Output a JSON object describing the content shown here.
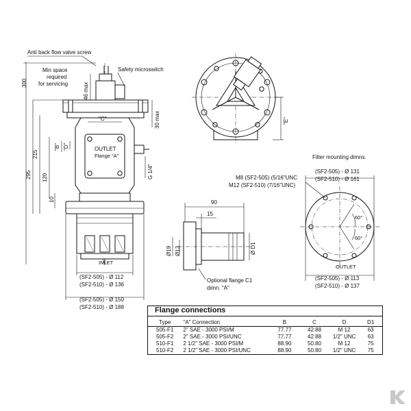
{
  "labels": {
    "anti_back_flow": "Anti back flow valve screw",
    "min_space_1": "Min space",
    "min_space_2": "required",
    "min_space_3": "for servicing",
    "safety_switch": "Safety microswitch",
    "dim_300": "300",
    "dim_46max": "46 max",
    "dim_30max": "30 max",
    "dim_C": "\"C\"",
    "dim_B": "\"B\"",
    "dim_D": "\"D\"",
    "dim_E": "\"E\"",
    "outlet_1": "OUTLET",
    "outlet_2": "Flange \"A\"",
    "g14": "G 1/4\"",
    "dim_215": "215",
    "dim_295": "295",
    "dim_120": "120",
    "dim_10": "10",
    "inlet": "INLET",
    "d112_1": "(SF2-505) - Ø 112",
    "d112_2": "(SF2-510) - Ø 136",
    "d150_1": "(SF2-505) - Ø 150",
    "d150_2": "(SF2-510) - Ø 188",
    "dim_90": "90",
    "dim_15": "15",
    "dim_19": "Ø19",
    "dim_13": "Ø13",
    "dim_D1": "Ø D1",
    "opt_flange_1": "Optional flange C1",
    "opt_flange_2": "dimn. \"A\"",
    "filter_mount": "Filter mounting dimns.",
    "m8": "M8 (SF2-505) (5/16\"UNC",
    "m12": "M12 (SF2-510) (7/16\"UNC)",
    "d131_1": "(SF2-505) - Ø 131",
    "d131_2": "(SF2-510) - Ø 161",
    "ang60a": "60°",
    "ang60b": "60°",
    "outlet_plan": "OUTLET",
    "d113_1": "(SF2-505) - Ø 113",
    "d113_2": "(SF2-510) - Ø 137"
  },
  "table": {
    "title": "Flange connections",
    "headers": [
      "Type",
      "\"A\"  Connection",
      "B",
      "C",
      "D",
      "D1"
    ],
    "rows": [
      [
        "505-F1",
        "2\" SAE - 3000 PSI/M",
        "77.77",
        "42.88",
        "M 12",
        "63"
      ],
      [
        "505-F2",
        "2\" SAE - 3000 PSI/UNC",
        "77.77",
        "42.88",
        "1/2\" UNC",
        "63"
      ],
      [
        "510-F1",
        "2 1/2\" SAE - 3000 PSI/M",
        "88.90",
        "50.80",
        "M 12",
        "75"
      ],
      [
        "510-F2",
        "2 1/2\" SAE - 3000 PSI/UNC",
        "88.90",
        "50.80",
        "1/2\" UNC",
        "75"
      ]
    ]
  },
  "brand": {
    "logo_icon": "kramp-k-logo-icon",
    "logo_color": "#c8c8c8"
  }
}
